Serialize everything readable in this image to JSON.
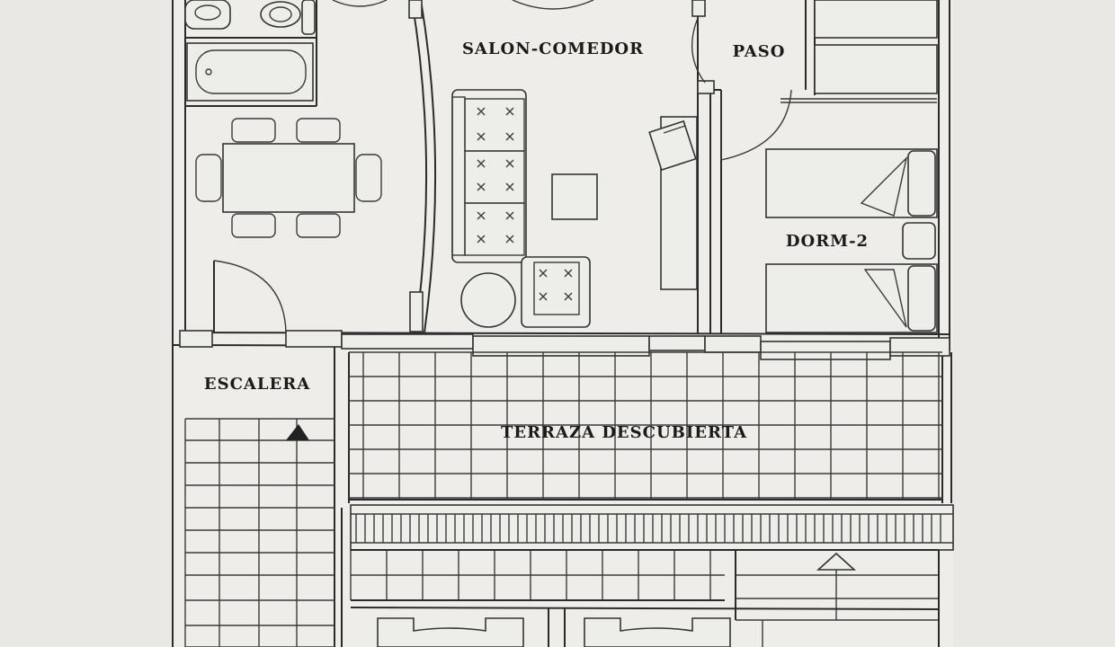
{
  "plan": {
    "rooms": {
      "salon_comedor": "SALON-COMEDOR",
      "paso": "PASO",
      "dorm_2": "DORM-2",
      "escalera": "ESCALERA",
      "terraza_descubierta": "TERRAZA DESCUBIERTA"
    },
    "colors": {
      "paper": "#e9e8e4",
      "lines": "#2b2b2b"
    }
  }
}
